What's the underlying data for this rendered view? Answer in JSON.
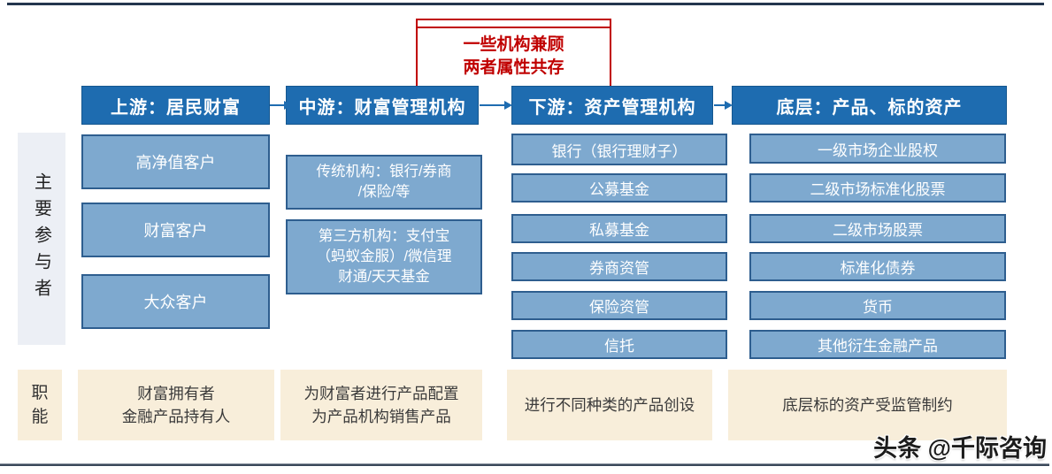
{
  "colors": {
    "header_blue": "#1E6CB0",
    "item_fill": "#7EA9CF",
    "item_border": "#2E5E8F",
    "participants_bg": "#ECEFF5",
    "function_bg": "#F8EEDA",
    "accent_red": "#C00000",
    "rule_navy": "#24364E"
  },
  "annotation": {
    "text": "一些机构兼顾\n两者属性共存"
  },
  "row_labels": {
    "participants": "主要参与者",
    "function": "职\n能"
  },
  "chain": {
    "upstream": {
      "header": "上游：居民财富",
      "items": [
        "高净值客户",
        "财富客户",
        "大众客户"
      ],
      "function": "财富拥有者\n金融产品持有人"
    },
    "midstream": {
      "header": "中游：财富管理机构",
      "items": [
        "传统机构：银行/券商\n/保险/等",
        "第三方机构：支付宝\n（蚂蚁金服）/微信理\n财通/天天基金"
      ],
      "function": "为财富者进行产品配置\n为产品机构销售产品"
    },
    "downstream": {
      "header": "下游：资产管理机构",
      "items": [
        "银行（银行理财子）",
        "公募基金",
        "私募基金",
        "券商资管",
        "保险资管",
        "信托"
      ],
      "function": "进行不同种类的产品创设"
    },
    "underlying": {
      "header": "底层：产品、标的资产",
      "items": [
        "一级市场企业股权",
        "二级市场标准化股票",
        "二级市场股票",
        "标准化债券",
        "货币",
        "其他衍生金融产品"
      ],
      "function": "底层标的资产受监管制约"
    }
  },
  "watermark": "头条 @千际咨询"
}
